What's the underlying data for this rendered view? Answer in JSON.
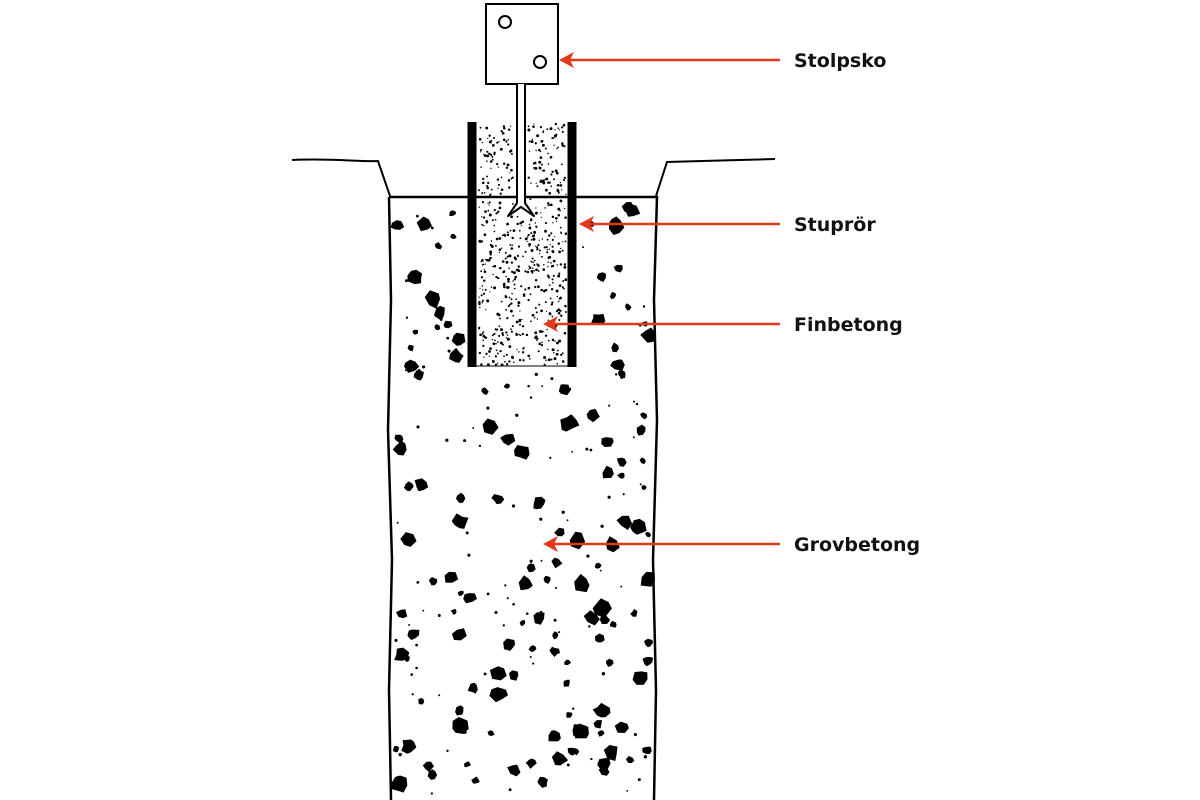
{
  "diagram": {
    "labels": {
      "post_bracket": "Stolpsko",
      "downpipe": "Stuprör",
      "fine_concrete": "Finbetong",
      "coarse_concrete": "Grovbetong"
    },
    "colors": {
      "arrow": "#e2391c",
      "ink": "#000000",
      "background": "#ffffff"
    }
  }
}
